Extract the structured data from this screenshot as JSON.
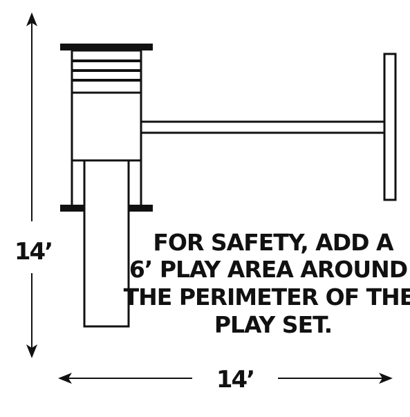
{
  "diagram": {
    "height_label": "14’",
    "width_label": "14’",
    "note_lines": [
      "FOR SAFETY, ADD A",
      "6’ PLAY AREA AROUND",
      "THE PERIMETER OF THE",
      "PLAY SET."
    ],
    "colors": {
      "ink": "#111111",
      "background": "#ffffff"
    }
  }
}
